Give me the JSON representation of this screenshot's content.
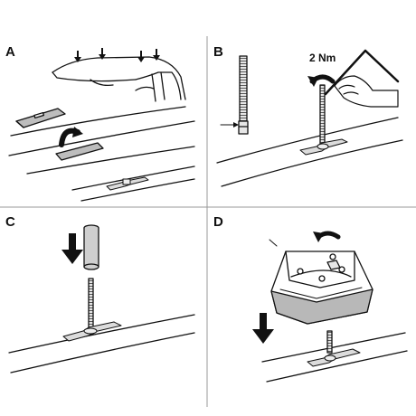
{
  "panels": {
    "a": {
      "label": "A"
    },
    "b": {
      "label": "B",
      "torque_label": "2 Nm"
    },
    "c": {
      "label": "C"
    },
    "d": {
      "label": "D"
    }
  },
  "colors": {
    "line": "#111111",
    "rod": "#dddddd",
    "sleeve": "#cfcfcf",
    "pad": "#bdbdbd",
    "foot_side": "#b8b8b8"
  }
}
